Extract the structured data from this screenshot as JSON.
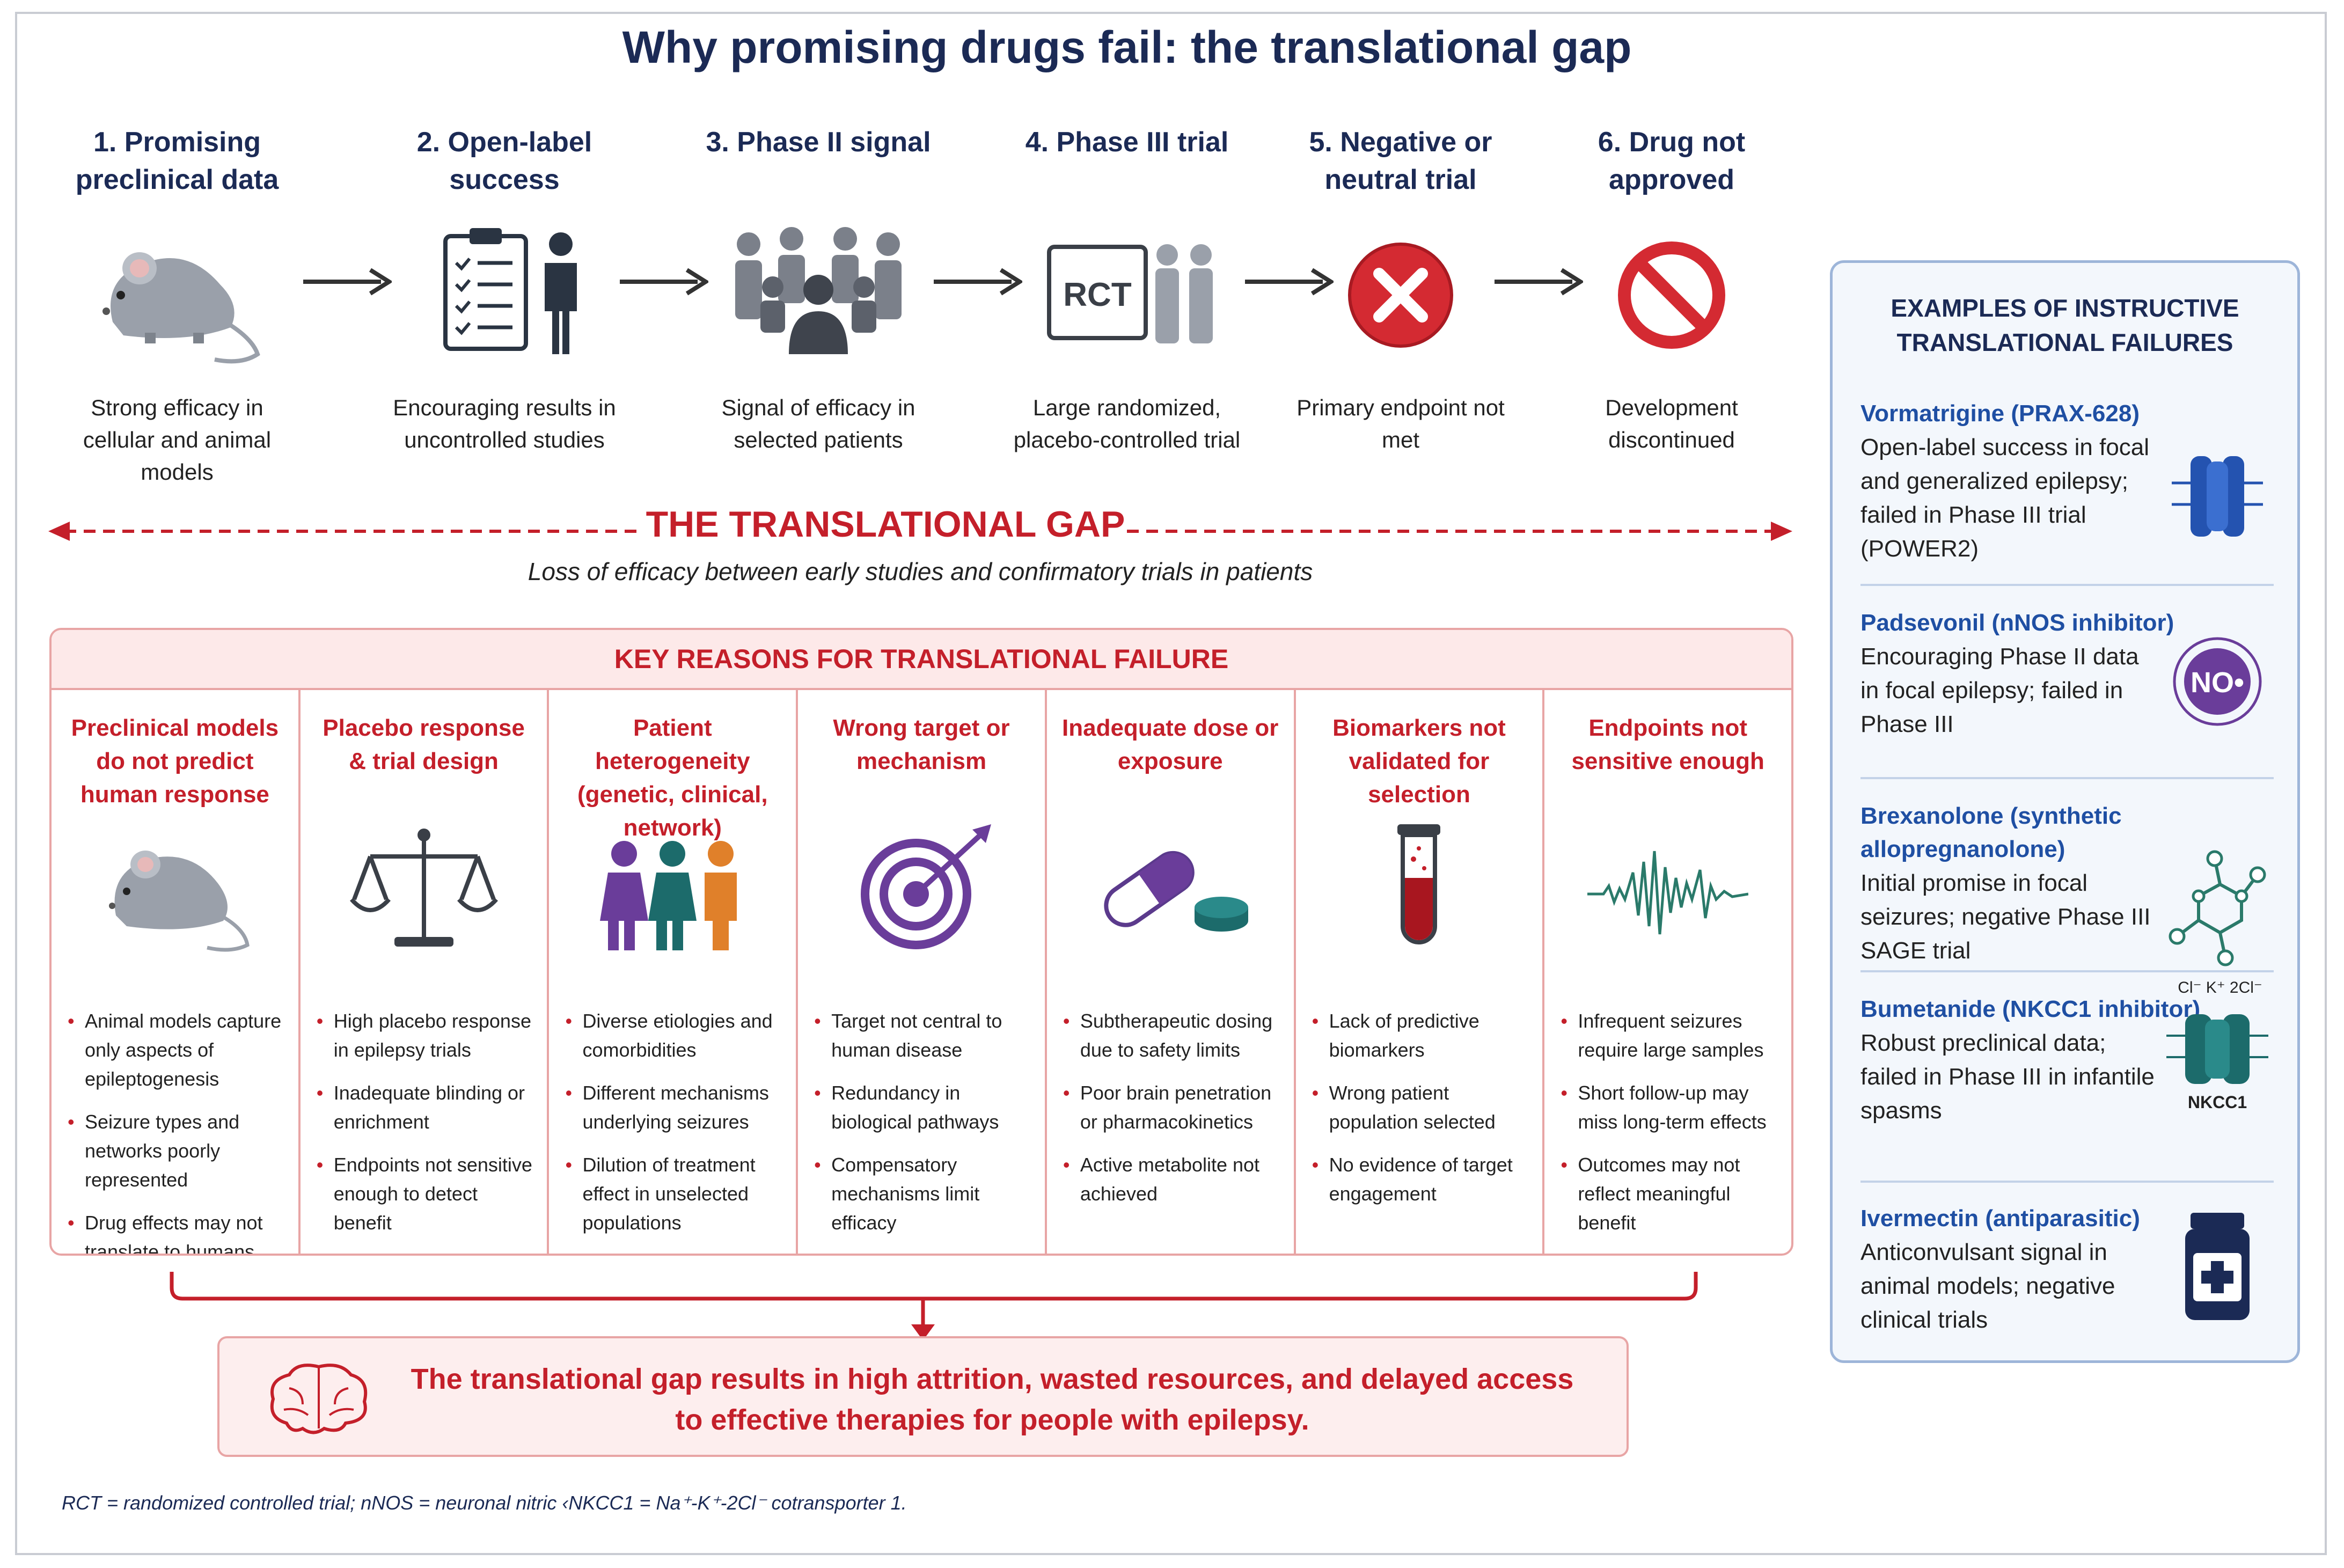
{
  "title": "Why promising drugs fail: the translational gap",
  "steps": [
    {
      "title": "1. Promising preclinical data",
      "desc": "Strong efficacy in cellular and animal models"
    },
    {
      "title": "2. Open-label success",
      "desc": "Encouraging results in uncontrolled studies"
    },
    {
      "title": "3. Phase II signal",
      "desc": "Signal of efficacy in selected patients"
    },
    {
      "title": "4. Phase III trial",
      "desc": "Large randomized, placebo-controlled trial",
      "icon_label": "RCT"
    },
    {
      "title": "5. Negative or neutral trial",
      "desc": "Primary endpoint not met"
    },
    {
      "title": "6. Drug not approved",
      "desc": "Development discontinued"
    }
  ],
  "gap": {
    "title": "THE TRANSLATIONAL GAP",
    "subtitle": "Loss of efficacy between early studies and confirmatory trials in patients"
  },
  "reasons": {
    "title": "KEY REASONS FOR TRANSLATIONAL FAILURE",
    "columns": [
      {
        "title": "Preclinical models do not predict human response",
        "icon": "mouse-icon",
        "items": [
          "Animal models capture only aspects of epileptogenesis",
          "Seizure types and networks poorly represented",
          "Drug effects may not translate to humans"
        ]
      },
      {
        "title": "Placebo response & trial design",
        "icon": "scales-icon",
        "items": [
          "High placebo response in epilepsy trials",
          "Inadequate blinding or enrichment",
          "Endpoints not sensitive enough to detect benefit"
        ]
      },
      {
        "title": "Patient heterogeneity (genetic, clinical, network)",
        "icon": "people-icon",
        "items": [
          "Diverse etiologies and comorbidities",
          "Different mechanisms underlying seizures",
          "Dilution of treatment effect in unselected populations"
        ]
      },
      {
        "title": "Wrong target or mechanism",
        "icon": "target-icon",
        "items": [
          "Target not central to human disease",
          "Redundancy in biological pathways",
          "Compensatory mechanisms limit efficacy"
        ]
      },
      {
        "title": "Inadequate dose or exposure",
        "icon": "pill-icon",
        "items": [
          "Subtherapeutic dosing due to safety limits",
          "Poor brain penetration or pharmacokinetics",
          "Active metabolite not achieved"
        ]
      },
      {
        "title": "Biomarkers not validated for selection",
        "icon": "test-tube-icon",
        "items": [
          "Lack of predictive biomarkers",
          "Wrong patient population selected",
          "No evidence of target engagement"
        ]
      },
      {
        "title": "Endpoints not sensitive enough",
        "icon": "eeg-wave-icon",
        "items": [
          "Infrequent seizures require large samples",
          "Short follow-up may miss long-term effects",
          "Outcomes may not reflect meaningful benefit"
        ]
      }
    ]
  },
  "conclusion": {
    "line1": "The translational gap results in high attrition, wasted resources, and delayed access",
    "line2": "to effective therapies for people with epilepsy."
  },
  "footnote": "RCT = randomized controlled trial; nNOS = neuronal nitric ‹NKCC1 = Na⁺-K⁺-2Cl⁻ cotransporter 1.",
  "examples": {
    "title": "EXAMPLES OF INSTRUCTIVE TRANSLATIONAL FAILURES",
    "items": [
      {
        "name": "Vormatrigine (PRAX-628)",
        "desc": "Open-label success in focal and generalized epilepsy; failed in Phase III trial (POWER2)",
        "icon": "ion-channel-icon"
      },
      {
        "name": "Padsevonil (nNOS inhibitor)",
        "desc": "Encouraging Phase II data in focal epilepsy; failed in Phase III",
        "icon": "no-molecule-icon",
        "icon_label": "NO•"
      },
      {
        "name": "Brexanolone (synthetic allopregnanolone)",
        "desc": "Initial promise in focal seizures; negative Phase III SAGE trial",
        "icon": "molecule-icon"
      },
      {
        "name": "Bumetanide (NKCC1 inhibitor)",
        "desc": "Robust preclinical data; failed in Phase III in infantile spasms",
        "icon": "transporter-icon",
        "icon_label": "NKCC1",
        "ions": "Cl⁻  K⁺  2Cl⁻"
      },
      {
        "name": "Ivermectin (antiparasitic)",
        "desc": "Anticonvulsant signal in animal models; negative clinical trials",
        "icon": "medicine-bottle-icon"
      }
    ]
  },
  "colors": {
    "navy": "#1b2a55",
    "red": "#c41f2a",
    "blue": "#1f4fa3",
    "purple": "#6a3d9a",
    "teal": "#1c6b6b"
  }
}
